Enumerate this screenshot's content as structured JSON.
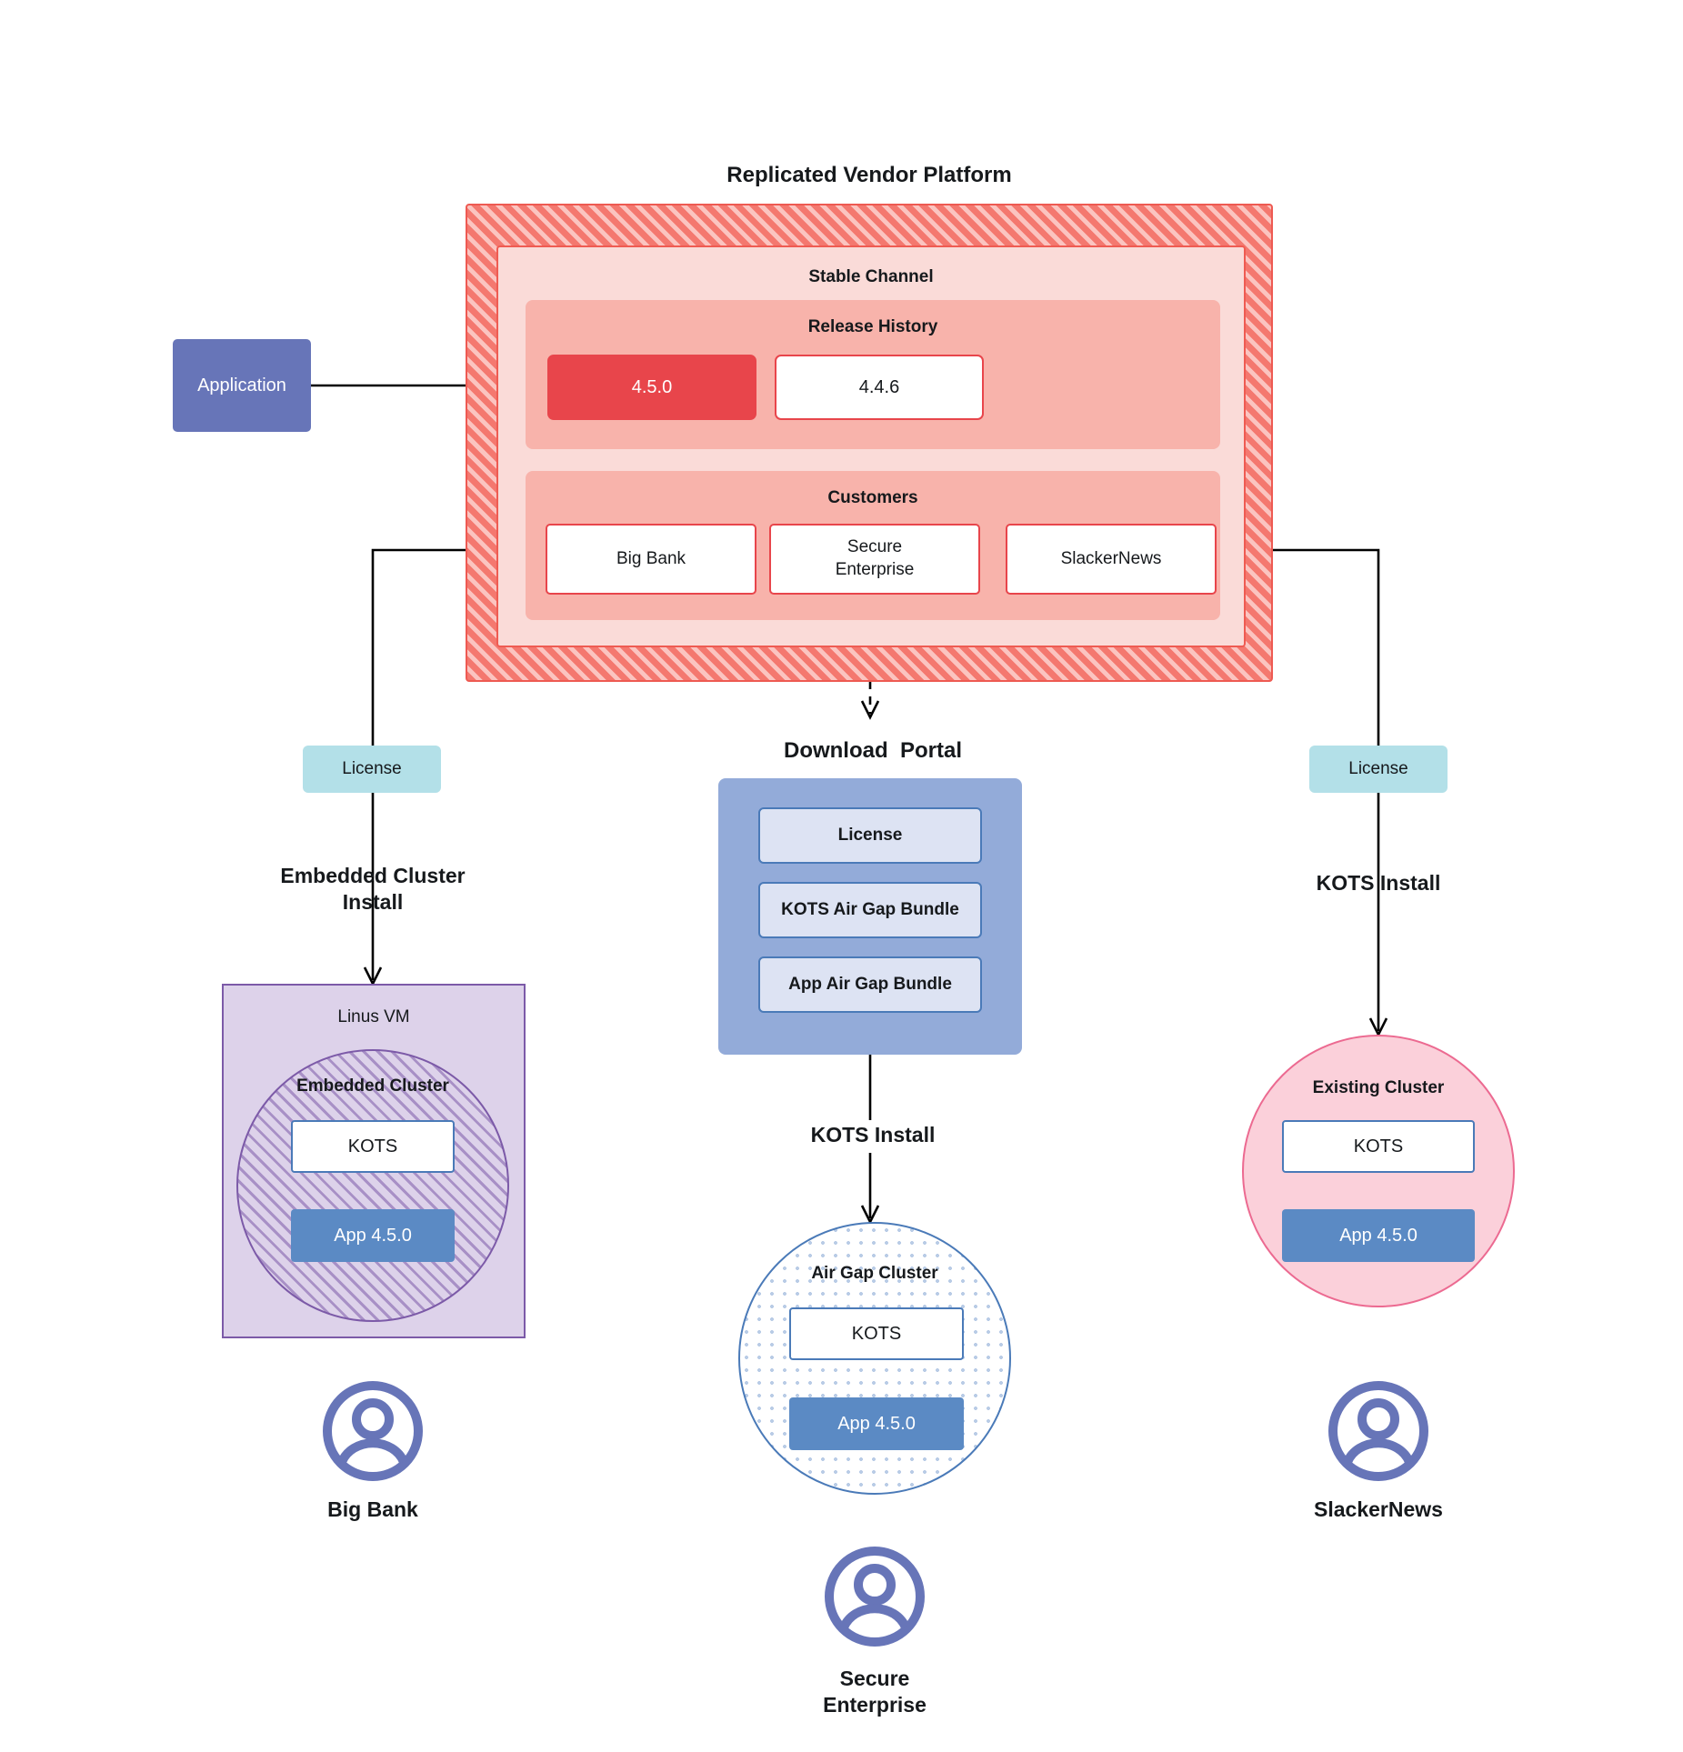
{
  "diagram": {
    "title": "Replicated Vendor Platform",
    "vendor_platform": {
      "label": "Replicated Vendor Platform",
      "channel": {
        "label": "Stable Channel",
        "release_history": {
          "label": "Release History",
          "releases": [
            {
              "version": "4.5.0",
              "state": "current"
            },
            {
              "version": "4.4.6",
              "state": "past"
            }
          ]
        },
        "customers": {
          "label": "Customers",
          "items": [
            {
              "name": "Big Bank"
            },
            {
              "name": "Secure\nEnterprise"
            },
            {
              "name": "SlackerNews"
            }
          ]
        }
      }
    },
    "application": {
      "label": "Application"
    },
    "licenses": {
      "left_label": "License",
      "right_label": "License"
    },
    "download_portal": {
      "title": "Download  Portal",
      "items": [
        {
          "label": "License"
        },
        {
          "label": "KOTS Air Gap Bundle"
        },
        {
          "label": "App Air Gap Bundle"
        }
      ]
    },
    "flows": {
      "left": "Embedded Cluster\nInstall",
      "middle": "KOTS Install",
      "right": "KOTS Install"
    },
    "targets": {
      "left": {
        "host_label": "Linus VM",
        "cluster_label": "Embedded Cluster",
        "kots_label": "KOTS",
        "app_label": "App 4.5.0",
        "customer_label": "Big Bank",
        "avatar": "user-avatar-icon"
      },
      "middle": {
        "cluster_label": "Air Gap Cluster",
        "kots_label": "KOTS",
        "app_label": "App 4.5.0",
        "customer_label": "Secure\nEnterprise",
        "avatar": "user-avatar-icon"
      },
      "right": {
        "cluster_label": "Existing Cluster",
        "kots_label": "KOTS",
        "app_label": "App 4.5.0",
        "customer_label": "SlackerNews",
        "avatar": "user-avatar-icon"
      }
    },
    "colors": {
      "platform_stripe": "#f4786f",
      "platform_stripe_light": "#fbc4c0",
      "channel_panel": "#fadbd8",
      "inner_panel": "#f8b3ab",
      "release_current": "#e8454b",
      "application": "#6775b8",
      "license": "#b3e0e8",
      "portal": "#93abd9",
      "portal_item": "#dde3f3",
      "linux_vm": "#ddd2ea",
      "embedded_border": "#7c5aa8",
      "airgap_border": "#4a7ab8",
      "existing_cluster": "#fbd0da",
      "existing_border": "#ec6a91",
      "app_box": "#5b8ac4",
      "avatar": "#6775b8"
    }
  }
}
